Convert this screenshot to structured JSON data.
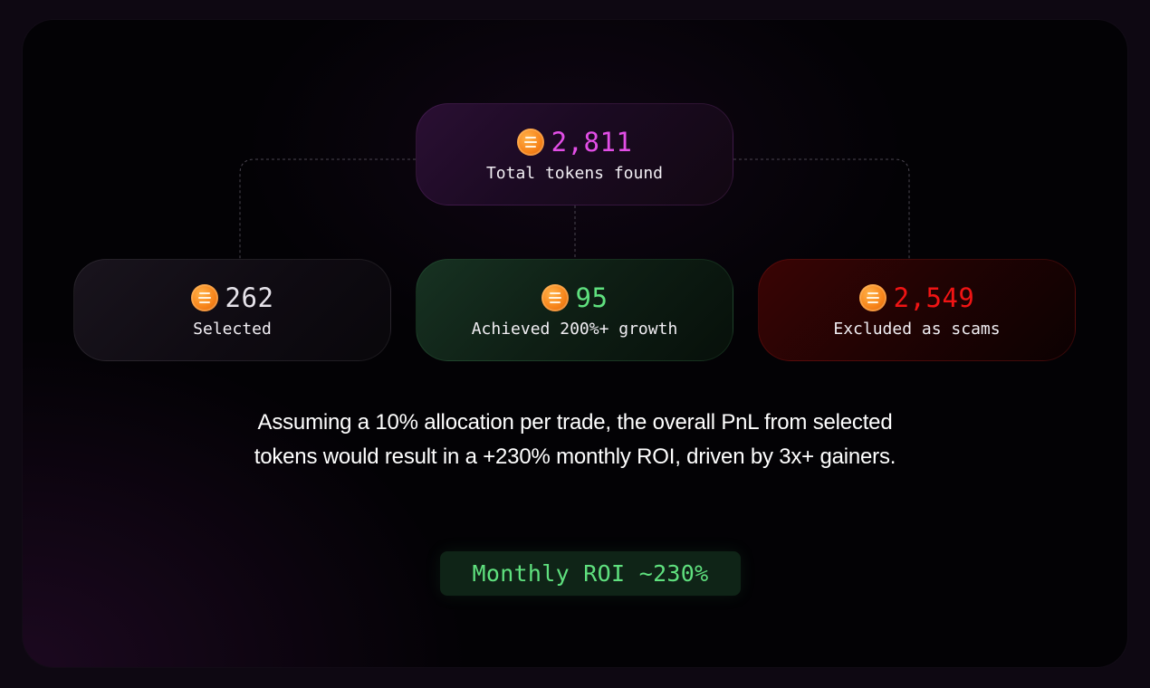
{
  "stats": {
    "total": {
      "value": "2,811",
      "label": "Total tokens found",
      "color": "#e24ee6",
      "icon": "coin-icon"
    },
    "selected": {
      "value": "262",
      "label": "Selected",
      "color": "#e6e3ea",
      "icon": "coin-icon"
    },
    "growth": {
      "value": "95",
      "label": "Achieved 200%+ growth",
      "color": "#5fe07e",
      "icon": "coin-icon"
    },
    "scams": {
      "value": "2,549",
      "label": "Excluded as scams",
      "color": "#f01414",
      "icon": "coin-icon"
    }
  },
  "description": {
    "line1": "Assuming a 10% allocation per trade, the overall PnL from selected",
    "line2": "tokens would result in a +230% monthly ROI, driven by 3x+ gainers."
  },
  "roi_badge": {
    "label": "Monthly ROI ~230%",
    "color": "#5fe07e"
  }
}
